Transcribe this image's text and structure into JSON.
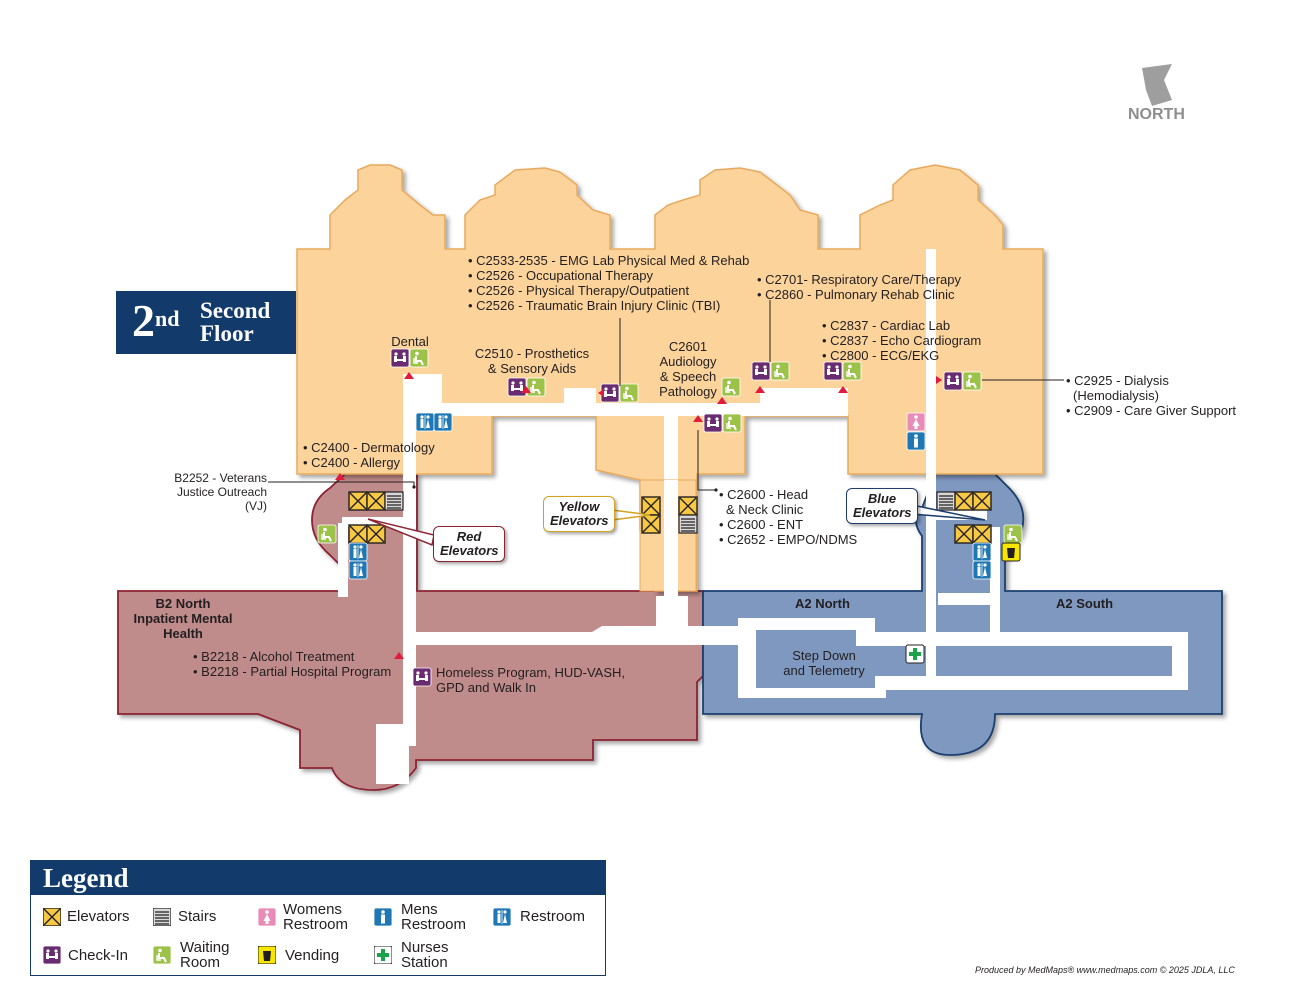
{
  "title": {
    "ordinal": "2",
    "suffix": "nd",
    "name_line1": "Second",
    "name_line2": "Floor"
  },
  "north_label": "NORTH",
  "colors": {
    "tan": "#fcd49b",
    "red_zone": "#c08b8b",
    "blue_zone": "#7f98c0",
    "navy": "#123a6b",
    "marker_red": "#e01b3c"
  },
  "labels": {
    "emg": [
      "C2533-2535 - EMG Lab Physical Med & Rehab",
      "C2526 - Occupational Therapy",
      "C2526 - Physical Therapy/Outpatient",
      "C2526 - Traumatic Brain Injury Clinic (TBI)"
    ],
    "resp": [
      "C2701- Respiratory Care/Therapy",
      "C2860 - Pulmonary Rehab Clinic"
    ],
    "cardiac": [
      "C2837 - Cardiac Lab",
      "C2837 - Echo Cardiogram",
      "C2800 - ECG/EKG"
    ],
    "dental": "Dental",
    "prosthetics": [
      "C2510 - Prosthetics",
      "& Sensory Aids"
    ],
    "audiology": [
      "C2601",
      "Audiology",
      "& Speech",
      "Pathology"
    ],
    "dialysis": [
      "C2925 - Dialysis",
      "(Hemodialysis)",
      "C2909 - Care Giver Support"
    ],
    "derm": [
      "C2400 - Dermatology",
      "C2400 - Allergy"
    ],
    "veterans": [
      "B2252 - Veterans",
      "Justice Outreach",
      "(VJ)"
    ],
    "head_neck": [
      "C2600 - Head",
      "& Neck Clinic",
      "C2600 - ENT",
      "C2652 - EMPO/NDMS"
    ],
    "b2north": [
      "B2 North",
      "Inpatient Mental",
      "Health"
    ],
    "b2218": [
      "B2218 - Alcohol Treatment",
      "B2218 - Partial Hospital Program"
    ],
    "homeless": [
      "Homeless Program, HUD-VASH,",
      "GPD and Walk In"
    ],
    "a2north": "A2 North",
    "a2south": "A2 South",
    "stepdown": [
      "Step Down",
      "and Telemetry"
    ]
  },
  "callouts": {
    "red": [
      "Red",
      "Elevators"
    ],
    "yellow": [
      "Yellow",
      "Elevators"
    ],
    "blue": [
      "Blue",
      "Elevators"
    ]
  },
  "legend": {
    "title": "Legend",
    "items": [
      {
        "icon": "elevator-icon",
        "label": "Elevators"
      },
      {
        "icon": "stairs-icon",
        "label": "Stairs"
      },
      {
        "icon": "womens-restroom-icon",
        "label_1": "Womens",
        "label_2": "Restroom"
      },
      {
        "icon": "mens-restroom-icon",
        "label_1": "Mens",
        "label_2": "Restroom"
      },
      {
        "icon": "restroom-icon",
        "label": "Restroom"
      },
      {
        "icon": "check-in-icon",
        "label": "Check-In"
      },
      {
        "icon": "waiting-room-icon",
        "label_1": "Waiting",
        "label_2": "Room"
      },
      {
        "icon": "vending-icon",
        "label": "Vending"
      },
      {
        "icon": "nurses-station-icon",
        "label_1": "Nurses",
        "label_2": "Station"
      }
    ]
  },
  "credit": "Produced by MedMaps® www.medmaps.com © 2025 JDLA, LLC"
}
